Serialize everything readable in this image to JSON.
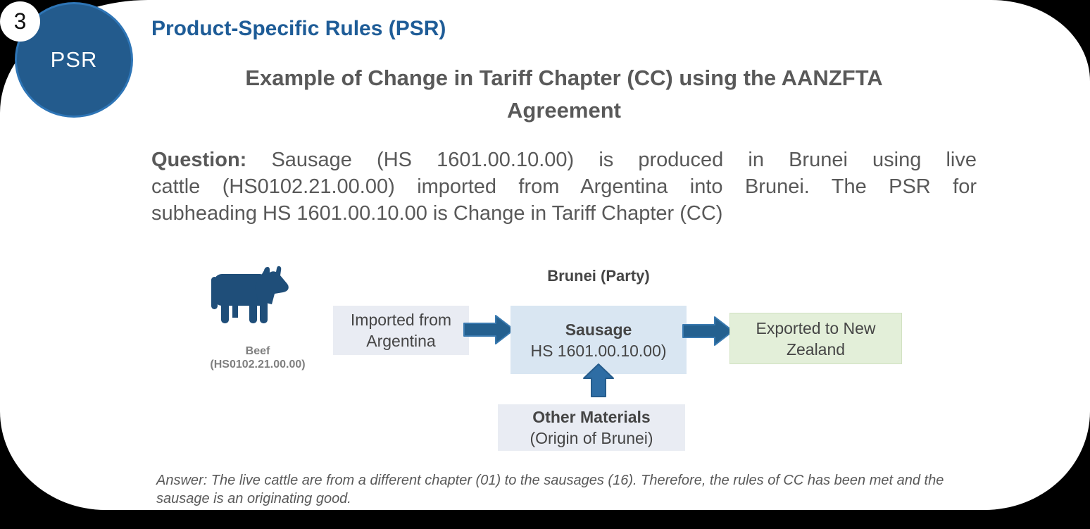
{
  "slide": {
    "number": "3",
    "badge_label": "PSR",
    "title": "Product-Specific Rules (PSR)",
    "subtitle_lines": [
      "Example of Change in Tariff Chapter (CC) using the AANZFTA",
      "Agreement"
    ]
  },
  "question": {
    "label": "Question:",
    "lines": [
      "Sausage (HS 1601.00.10.00) is produced in Brunei using live",
      "cattle (HS0102.21.00.00) imported from Argentina into Brunei. The PSR for",
      "subheading HS 1601.00.10.00 is Change in Tariff Chapter (CC)"
    ]
  },
  "diagram": {
    "brunei_label": "Brunei (Party)",
    "beef": {
      "icon": "cow-icon",
      "lines": [
        "Beef",
        "(HS0102.21.00.00)"
      ]
    },
    "imported_box": {
      "lines": [
        "Imported from",
        "Argentina"
      ]
    },
    "sausage_box": {
      "title": "Sausage",
      "subtitle": "HS 1601.00.10.00)"
    },
    "exported_box": {
      "lines": [
        "Exported to New",
        "Zealand"
      ]
    },
    "other_box": {
      "title": "Other Materials",
      "subtitle": "(Origin of Brunei)"
    },
    "arrows": [
      "arrow-right-icon",
      "arrow-right-icon",
      "arrow-up-icon"
    ]
  },
  "answer": {
    "lines": [
      "Answer: The live cattle are from a different chapter (01) to the sausages (16). Therefore, the rules of CC has been met and the",
      "sausage is an originating good."
    ]
  },
  "colors": {
    "title_blue": "#1E5C97",
    "badge_blue": "#235B8D",
    "badge_border_blue": "#2E75B6",
    "cow_blue": "#1F4E79",
    "arrow_blue": "#24608F",
    "box_gray": "#E9ECF3",
    "box_blue": "#D9E6F2",
    "box_green": "#E3EFD9",
    "text_gray": "#595959",
    "box_text_gray": "#454545",
    "beef_label_gray": "#7F7F7F"
  }
}
